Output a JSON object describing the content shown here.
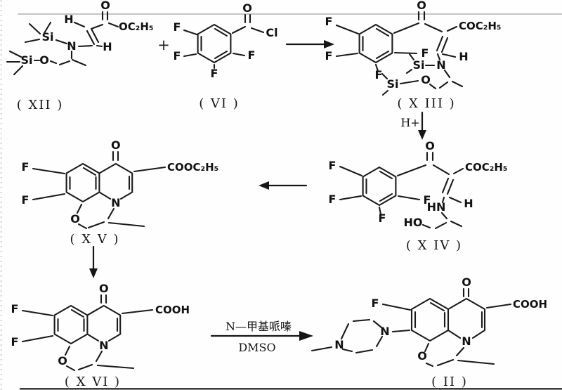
{
  "figure": {
    "type": "chemical-reaction-scheme",
    "background": "#fefefe",
    "ink_color": "#1b1b1b",
    "plus_sign": "+",
    "compounds": {
      "xii": {
        "label": "( XII )",
        "atoms": {
          "carbonyl_o": "O",
          "ester_o": "OC₂H₅",
          "h_top": "H",
          "h_right": "H",
          "n": "N",
          "si_top": "Si",
          "chain_o": "O",
          "si_bottom": "Si"
        }
      },
      "vi": {
        "label": "( VI )",
        "atoms": {
          "f1": "F",
          "f2": "F",
          "f3": "F",
          "f4": "F",
          "carbonyl_o": "O",
          "cl": "Cl"
        }
      },
      "xiii": {
        "label": "( X III )",
        "atoms": {
          "f1": "F",
          "f2": "F",
          "f3": "F",
          "f4": "F",
          "carbonyl_o": "O",
          "ester": "COC₂H₅",
          "h": "H",
          "n": "N",
          "si_top": "Si",
          "si_bottom": "Si",
          "chain_o": "O"
        }
      },
      "xiv": {
        "label": "( X IV )",
        "atoms": {
          "f1": "F",
          "f2": "F",
          "f3": "F",
          "f4": "F",
          "carbonyl_o": "O",
          "ester": "COC₂H₅",
          "h": "H",
          "hn": "HN",
          "ho": "HO"
        }
      },
      "xv": {
        "label": "( X V )",
        "atoms": {
          "f1": "F",
          "f2": "F",
          "carbonyl_o": "O",
          "ester": "COOC₂H₅",
          "ring_n": "N",
          "ring_o": "O"
        }
      },
      "xvi": {
        "label": "( X VI )",
        "atoms": {
          "f1": "F",
          "f2": "F",
          "carbonyl_o": "O",
          "acid": "COOH",
          "ring_n": "N",
          "ring_o": "O"
        }
      },
      "ii": {
        "label": "( II )",
        "atoms": {
          "f": "F",
          "carbonyl_o": "O",
          "acid": "COOH",
          "ring_n": "N",
          "ring_o": "O",
          "pip_n_right": "N",
          "pip_n_left": "N"
        }
      }
    },
    "arrows": {
      "step1": {
        "direction": "right",
        "reagent": ""
      },
      "step2": {
        "direction": "down",
        "reagent": "H+"
      },
      "step3": {
        "direction": "left",
        "reagent": ""
      },
      "step4": {
        "direction": "down",
        "reagent": ""
      },
      "step5": {
        "direction": "right",
        "reagent_above": "N—甲基哌嗪",
        "reagent_below": "DMSO"
      }
    }
  }
}
